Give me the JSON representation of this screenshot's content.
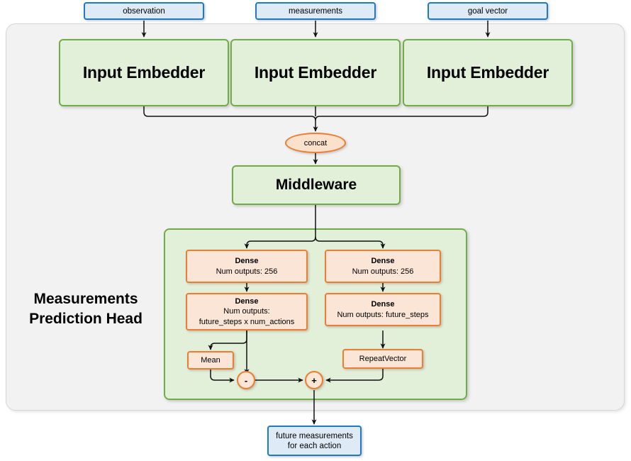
{
  "diagram": {
    "title": "Measurements Prediction Head",
    "colors": {
      "panel_fill": "#f2f2f2",
      "panel_border": "#d6d6d6",
      "green_fill": "#e2efd9",
      "green_border": "#70ad47",
      "orange_fill": "#fbe5d6",
      "orange_border": "#ed7d31",
      "blue_fill": "#deebf7",
      "blue_border": "#1f7ac4",
      "wire": "#1a1a1a"
    },
    "inputs": [
      {
        "label": "observation"
      },
      {
        "label": "measurements"
      },
      {
        "label": "goal vector"
      }
    ],
    "embedders": [
      {
        "label": "Input Embedder"
      },
      {
        "label": "Input Embedder"
      },
      {
        "label": "Input Embedder"
      }
    ],
    "concat": {
      "label": "concat"
    },
    "middleware": {
      "label": "Middleware"
    },
    "head": {
      "label": "Measurements Prediction Head",
      "label_line1": "Measurements",
      "label_line2": "Prediction Head",
      "left_branch": {
        "dense1": {
          "title": "Dense",
          "line2": "Num outputs: 256"
        },
        "dense2": {
          "title": "Dense",
          "line2": "Num outputs:",
          "line3": "future_steps x num_actions"
        },
        "mean": {
          "label": "Mean"
        },
        "operator": {
          "symbol": "-"
        }
      },
      "right_branch": {
        "dense1": {
          "title": "Dense",
          "line2": "Num outputs: 256"
        },
        "dense2": {
          "title": "Dense",
          "line2": "Num outputs: future_steps"
        },
        "repeat_vector": {
          "label": "RepeatVector"
        },
        "operator": {
          "symbol": "+"
        }
      }
    },
    "output": {
      "line1": "future measurements",
      "line2": "for each action"
    }
  }
}
